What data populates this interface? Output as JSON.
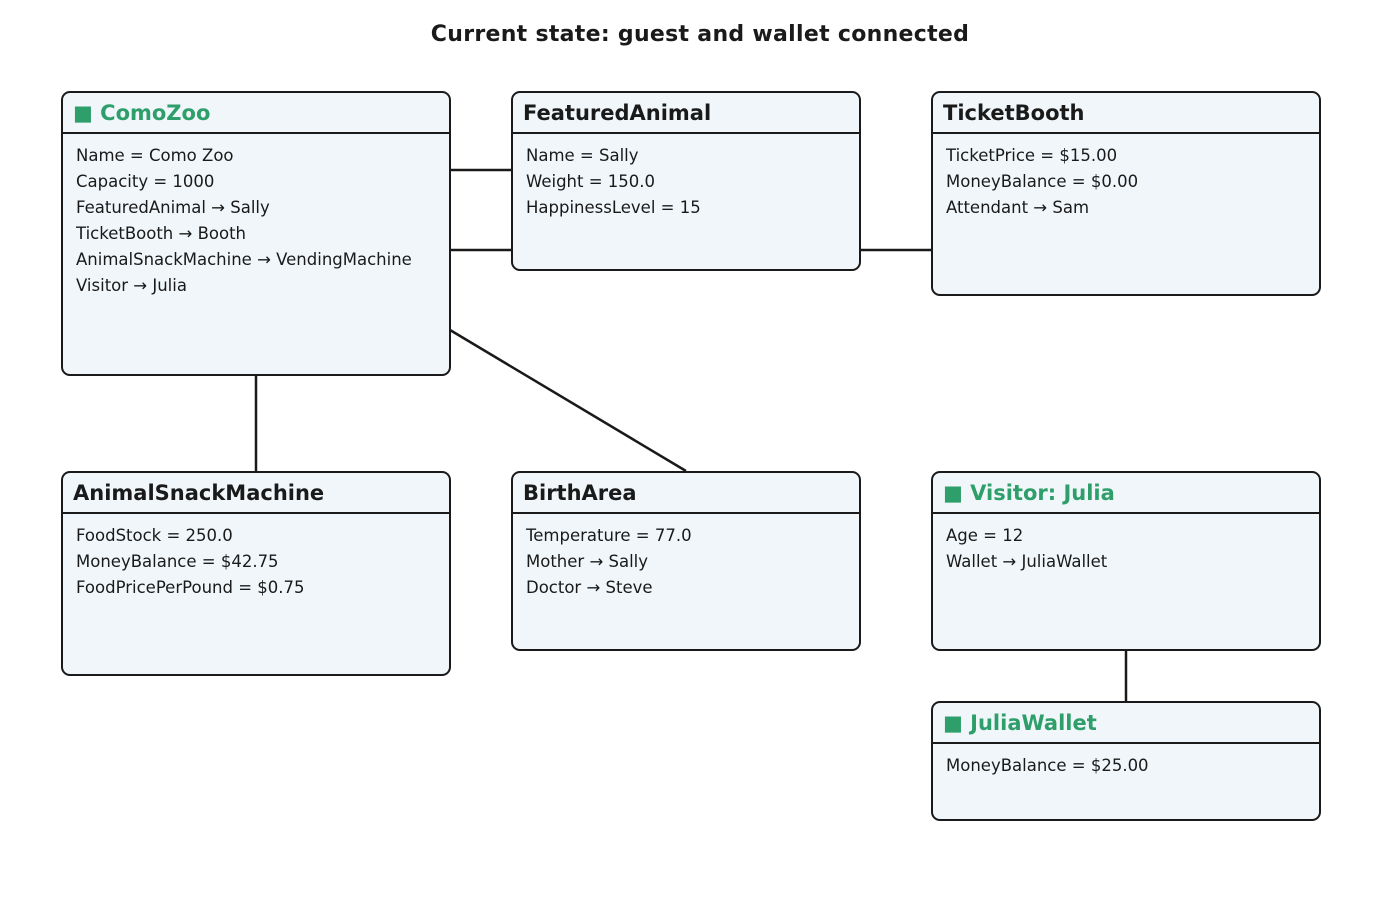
{
  "title": "Current state: guest and wallet connected",
  "colors": {
    "highlight": "#2e9e6a",
    "box_fill": "#f0f6f9",
    "stroke": "#1a1a1a"
  },
  "nodes": {
    "como_zoo": {
      "header": "■ ComoZoo",
      "highlighted": true,
      "attributes": [
        "Name = Como Zoo",
        "Capacity = 1000",
        "FeaturedAnimal → Sally",
        "TicketBooth → Booth",
        "AnimalSnackMachine → VendingMachine",
        "Visitor → Julia"
      ]
    },
    "featured_animal": {
      "header": "FeaturedAnimal",
      "highlighted": false,
      "attributes": [
        "Name = Sally",
        "Weight = 150.0",
        "HappinessLevel = 15"
      ]
    },
    "ticket_booth": {
      "header": "TicketBooth",
      "highlighted": false,
      "attributes": [
        "TicketPrice = $15.00",
        "MoneyBalance = $0.00",
        "Attendant → Sam"
      ]
    },
    "animal_snack_machine": {
      "header": "AnimalSnackMachine",
      "highlighted": false,
      "attributes": [
        "FoodStock = 250.0",
        "MoneyBalance = $42.75",
        "FoodPricePerPound = $0.75"
      ]
    },
    "birth_area": {
      "header": "BirthArea",
      "highlighted": false,
      "attributes": [
        "Temperature = 77.0",
        "Mother → Sally",
        "Doctor → Steve"
      ]
    },
    "visitor": {
      "header": "■ Visitor: Julia",
      "highlighted": true,
      "attributes": [
        "Age = 12",
        "Wallet → JuliaWallet"
      ]
    },
    "julia_wallet": {
      "header": "■ JuliaWallet",
      "highlighted": true,
      "attributes": [
        "MoneyBalance = $25.00"
      ]
    }
  },
  "connections": [
    [
      "como_zoo",
      "featured_animal"
    ],
    [
      "como_zoo",
      "ticket_booth"
    ],
    [
      "como_zoo",
      "animal_snack_machine"
    ],
    [
      "como_zoo",
      "birth_area"
    ],
    [
      "visitor",
      "julia_wallet"
    ]
  ]
}
